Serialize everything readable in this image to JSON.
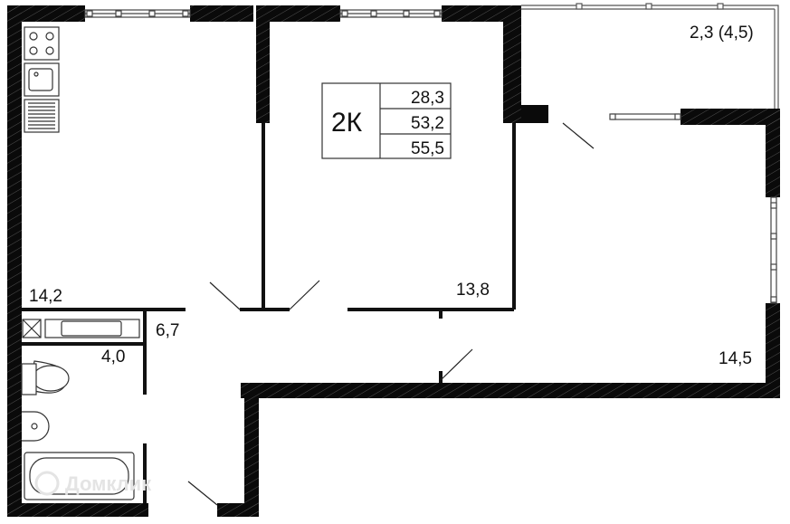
{
  "plan": {
    "type_label": "2К",
    "areas": {
      "living": "28,3",
      "total_without_balcony": "53,2",
      "total": "55,5"
    },
    "rooms": {
      "kitchen": "14,2",
      "hall": "6,7",
      "bathroom": "4,0",
      "bedroom": "13,8",
      "living_room": "14,5",
      "balcony": "2,3 (4,5)"
    },
    "watermark": "Домклик",
    "colors": {
      "wall": "#0a0a0a",
      "hatch": "#555555",
      "thin": "#111111"
    }
  }
}
